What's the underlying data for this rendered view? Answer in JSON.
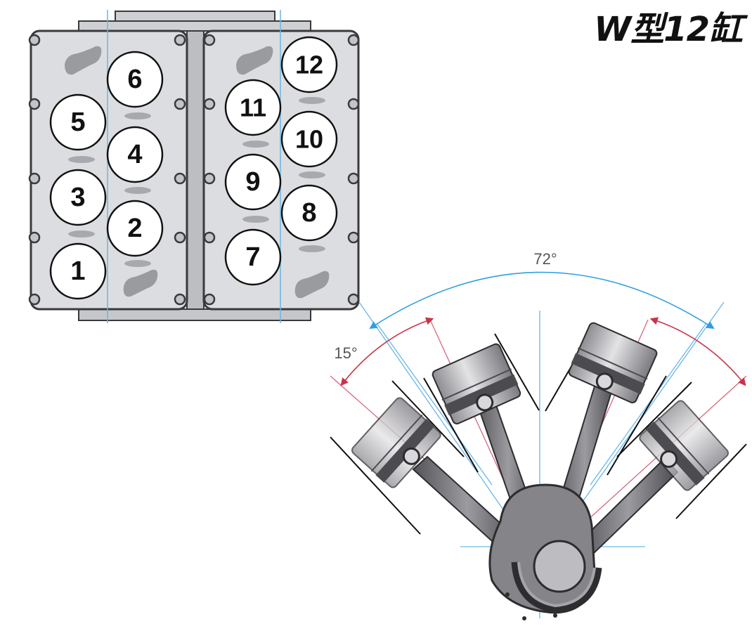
{
  "title": "W型12缸",
  "cylinders": [
    "1",
    "2",
    "3",
    "4",
    "5",
    "6",
    "7",
    "8",
    "9",
    "10",
    "11",
    "12"
  ],
  "angles": {
    "outer": "72°",
    "inner": "15°"
  },
  "colors": {
    "block_fill": "#dcdde0",
    "block_stroke": "#3a3a3c",
    "guide_blue": "#69b6e6",
    "arrow_red": "#c8334b",
    "arrow_blue": "#2f9fe0",
    "piston_dark": "#4b4b50",
    "piston_light": "#c9c9cc"
  },
  "icons": {
    "cylinder": "circle",
    "bolt": "circle-bolt"
  }
}
